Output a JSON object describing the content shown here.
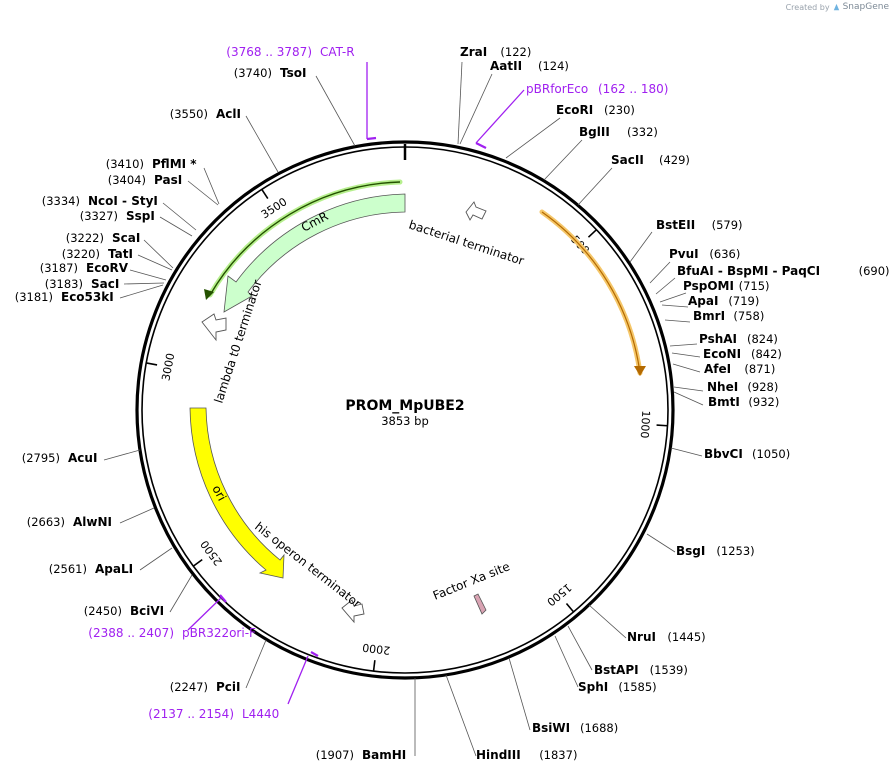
{
  "credit": {
    "prefix": "Created by",
    "brand": "SnapGene"
  },
  "plasmid": {
    "name": "PROM_MpUBE2",
    "length_label": "3853 bp",
    "length": 3853
  },
  "ticks": [
    500,
    1000,
    1500,
    2000,
    2500,
    3000,
    3500
  ],
  "sites": [
    {
      "name": "ZraI",
      "pos": "(122)",
      "side": "right"
    },
    {
      "name": "AatII",
      "pos": "(124)",
      "side": "right"
    },
    {
      "name": "EcoRI",
      "pos": "(230)",
      "side": "right"
    },
    {
      "name": "BglII",
      "pos": "(332)",
      "side": "right"
    },
    {
      "name": "SacII",
      "pos": "(429)",
      "side": "right"
    },
    {
      "name": "BstEII",
      "pos": "(579)",
      "side": "right"
    },
    {
      "name": "PvuI",
      "pos": "(636)",
      "side": "right"
    },
    {
      "name": "BfuAI - BspMI - PaqCI",
      "pos": "(690)",
      "side": "right"
    },
    {
      "name": "PspOMI",
      "pos": "(715)",
      "side": "right"
    },
    {
      "name": "ApaI",
      "pos": "(719)",
      "side": "right"
    },
    {
      "name": "BmrI",
      "pos": "(758)",
      "side": "right"
    },
    {
      "name": "PshAI",
      "pos": "(824)",
      "side": "right"
    },
    {
      "name": "EcoNI",
      "pos": "(842)",
      "side": "right"
    },
    {
      "name": "AfeI",
      "pos": "(871)",
      "side": "right"
    },
    {
      "name": "NheI",
      "pos": "(928)",
      "side": "right"
    },
    {
      "name": "BmtI",
      "pos": "(932)",
      "side": "right"
    },
    {
      "name": "BbvCI",
      "pos": "(1050)",
      "side": "right"
    },
    {
      "name": "BsgI",
      "pos": "(1253)",
      "side": "right"
    },
    {
      "name": "NruI",
      "pos": "(1445)",
      "side": "right"
    },
    {
      "name": "BstAPI",
      "pos": "(1539)",
      "side": "right"
    },
    {
      "name": "SphI",
      "pos": "(1585)",
      "side": "right"
    },
    {
      "name": "BsiWI",
      "pos": "(1688)",
      "side": "right"
    },
    {
      "name": "HindIII",
      "pos": "(1837)",
      "side": "right"
    },
    {
      "name": "BamHI",
      "pos": "(1907)",
      "side": "left"
    },
    {
      "name": "PciI",
      "pos": "(2247)",
      "side": "left"
    },
    {
      "name": "BciVI",
      "pos": "(2450)",
      "side": "left"
    },
    {
      "name": "ApaLI",
      "pos": "(2561)",
      "side": "left"
    },
    {
      "name": "AlwNI",
      "pos": "(2663)",
      "side": "left"
    },
    {
      "name": "AcuI",
      "pos": "(2795)",
      "side": "left"
    },
    {
      "name": "Eco53kI",
      "pos": "(3181)",
      "side": "left"
    },
    {
      "name": "SacI",
      "pos": "(3183)",
      "side": "left"
    },
    {
      "name": "EcoRV",
      "pos": "(3187)",
      "side": "left"
    },
    {
      "name": "TatI",
      "pos": "(3220)",
      "side": "left"
    },
    {
      "name": "ScaI",
      "pos": "(3222)",
      "side": "left"
    },
    {
      "name": "SspI",
      "pos": "(3327)",
      "side": "left"
    },
    {
      "name": "NcoI - StyI",
      "pos": "(3334)",
      "side": "left"
    },
    {
      "name": "PasI",
      "pos": "(3404)",
      "side": "left"
    },
    {
      "name": "PflMI *",
      "pos": "(3410)",
      "side": "left"
    },
    {
      "name": "AclI",
      "pos": "(3550)",
      "side": "left"
    },
    {
      "name": "TsoI",
      "pos": "(3740)",
      "side": "left"
    }
  ],
  "primers": [
    {
      "name": "CAT-R",
      "range": "(3768 .. 3787)",
      "side": "left"
    },
    {
      "name": "pBRforEco",
      "range": "(162 .. 180)",
      "side": "right"
    },
    {
      "name": "pBR322ori-F",
      "range": "(2388 .. 2407)",
      "side": "left"
    },
    {
      "name": "L4440",
      "range": "(2137 .. 2154)",
      "side": "left"
    }
  ],
  "features": [
    {
      "name": "CmR",
      "kind": "cds",
      "color": "#ccffcc"
    },
    {
      "name": "ori",
      "kind": "origin",
      "color": "#ffff00"
    },
    {
      "name": "bacterial terminator",
      "kind": "terminator"
    },
    {
      "name": "lambda t0 terminator",
      "kind": "terminator"
    },
    {
      "name": "his operon terminator",
      "kind": "terminator"
    },
    {
      "name": "Factor Xa site",
      "kind": "site",
      "color": "#d9a3b3"
    }
  ],
  "colors": {
    "backbone": "#000000",
    "primer": "#a020f0",
    "orf_orange": "#e08a1a",
    "orf_green": "#2f6b10"
  }
}
